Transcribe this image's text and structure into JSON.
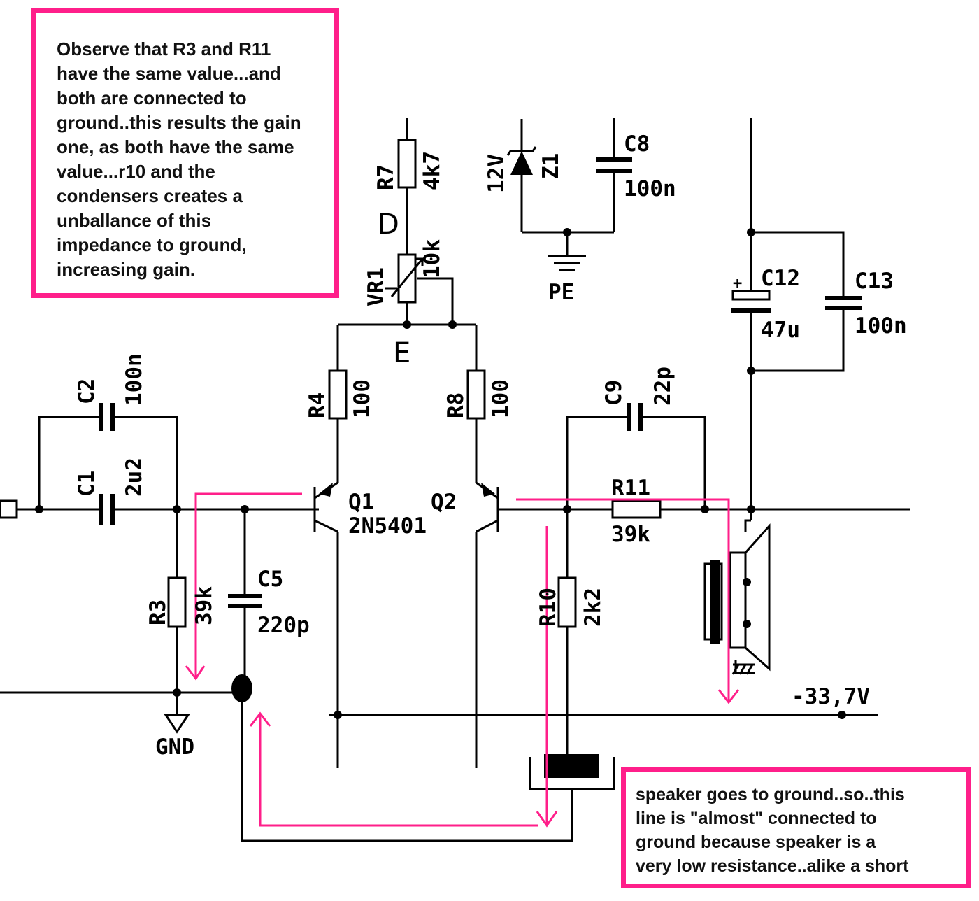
{
  "notes": {
    "top_left": "Observe that R3 and R11\nhave the same value...and\nboth are connected to\nground..this results the gain\none, as both have the same\nvalue...r10 and the\ncondensers creates a\nunballance of this\nimpedance to ground,\nincreasing gain.",
    "bottom_right": "speaker goes to ground..so..this\nline is \"almost\" connected to\nground because speaker is a\nvery low resistance..alike a short"
  },
  "labels": {
    "r7": "R7",
    "r7_val": "4k7",
    "d": "D",
    "e": "E",
    "vr1": "VR1",
    "vr1_val": "10k",
    "z1": "Z1",
    "z1_val": "12V",
    "c8": "C8",
    "c8_val": "100n",
    "pe": "PE",
    "c12": "C12",
    "c12_val": "47u",
    "c12_plus": "+",
    "c13": "C13",
    "c13_val": "100n",
    "c2": "C2",
    "c2_val": "100n",
    "c1": "C1",
    "c1_val": "2u2",
    "r4": "R4",
    "r4_val": "100",
    "r8": "R8",
    "r8_val": "100",
    "c9": "C9",
    "c9_val": "22p",
    "r11": "R11",
    "r11_val": "39k",
    "q1": "Q1",
    "q1_type": "2N5401",
    "q2": "Q2",
    "c5": "C5",
    "c5_val": "220p",
    "r3": "R3",
    "r3_val": "39k",
    "r10": "R10",
    "r10_val": "2k2",
    "gnd": "GND",
    "neg_rail": "-33,7V"
  },
  "colors": {
    "highlight": "#ff1f8a",
    "wire": "#000000"
  }
}
